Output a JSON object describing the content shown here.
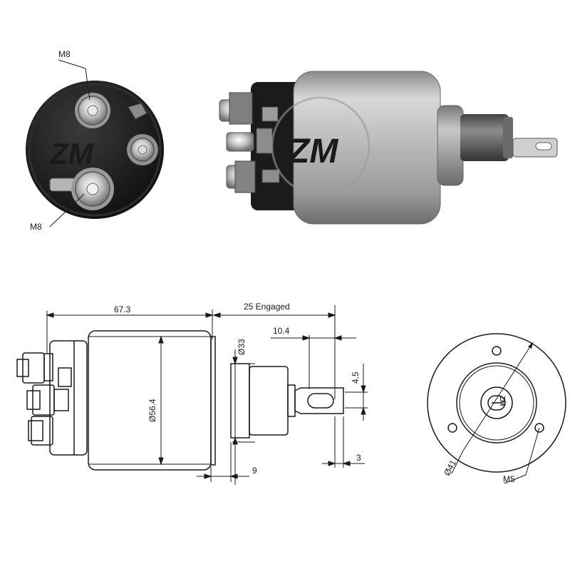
{
  "photo_end": {
    "terminal_top_label": "M8",
    "terminal_bottom_label": "M8"
  },
  "drawing_side": {
    "length_label": "67.3",
    "stroke_label": "25 Engaged",
    "offset_label": "10.4",
    "nose_diameter_label": "Ø33",
    "body_diameter_label": "Ø56.4",
    "slot_width_label": "4.5",
    "flange_label": "9",
    "tip_label": "3"
  },
  "drawing_end": {
    "bolt_circle_label": "Ø41",
    "thread_label": "M5",
    "stamp_label": "ZM"
  },
  "colors": {
    "line": "#1a1a1a",
    "metal": "#b4b4b4",
    "dark": "#1e1e1e"
  }
}
